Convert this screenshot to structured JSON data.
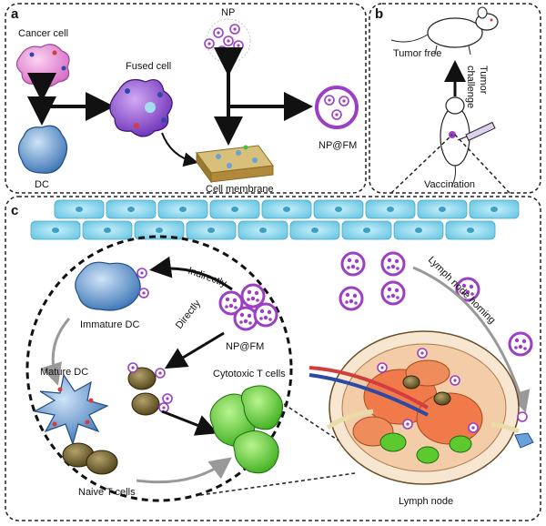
{
  "panels": {
    "a": "a",
    "b": "b",
    "c": "c"
  },
  "panel_a": {
    "cancer_cell": "Cancer cell",
    "fused_cell": "Fused cell",
    "np": "NP",
    "dc": "DC",
    "cell_membrane": "Cell membrane",
    "np_fm": "NP@FM"
  },
  "panel_b": {
    "tumor_free": "Tumor free",
    "tumor_challenge_line1": "Tumor",
    "tumor_challenge_line2": "challenge",
    "vaccination": "Vaccination"
  },
  "panel_c": {
    "indirectly": "Indirectly",
    "directly": "Directly",
    "immature_dc": "Immature DC",
    "mature_dc": "Mature DC",
    "np_fm": "NP@FM",
    "cytotoxic_t": "Cytotoxic T cells",
    "naive_t": "Naive T cells",
    "lymph_node_homing": "Lymph node homing",
    "lymph_node": "Lymph node"
  },
  "colors": {
    "cancer_cell": "#e98ad6",
    "dc": "#5a8fc7",
    "fused_cell": "#8a4fd0",
    "np_ring": "#9b3fc4",
    "epithelium": "#8fd9ee",
    "t_cell": "#6b5a2a",
    "cytotoxic": "#5cc92f",
    "lymph_node": "#f07a4a"
  }
}
